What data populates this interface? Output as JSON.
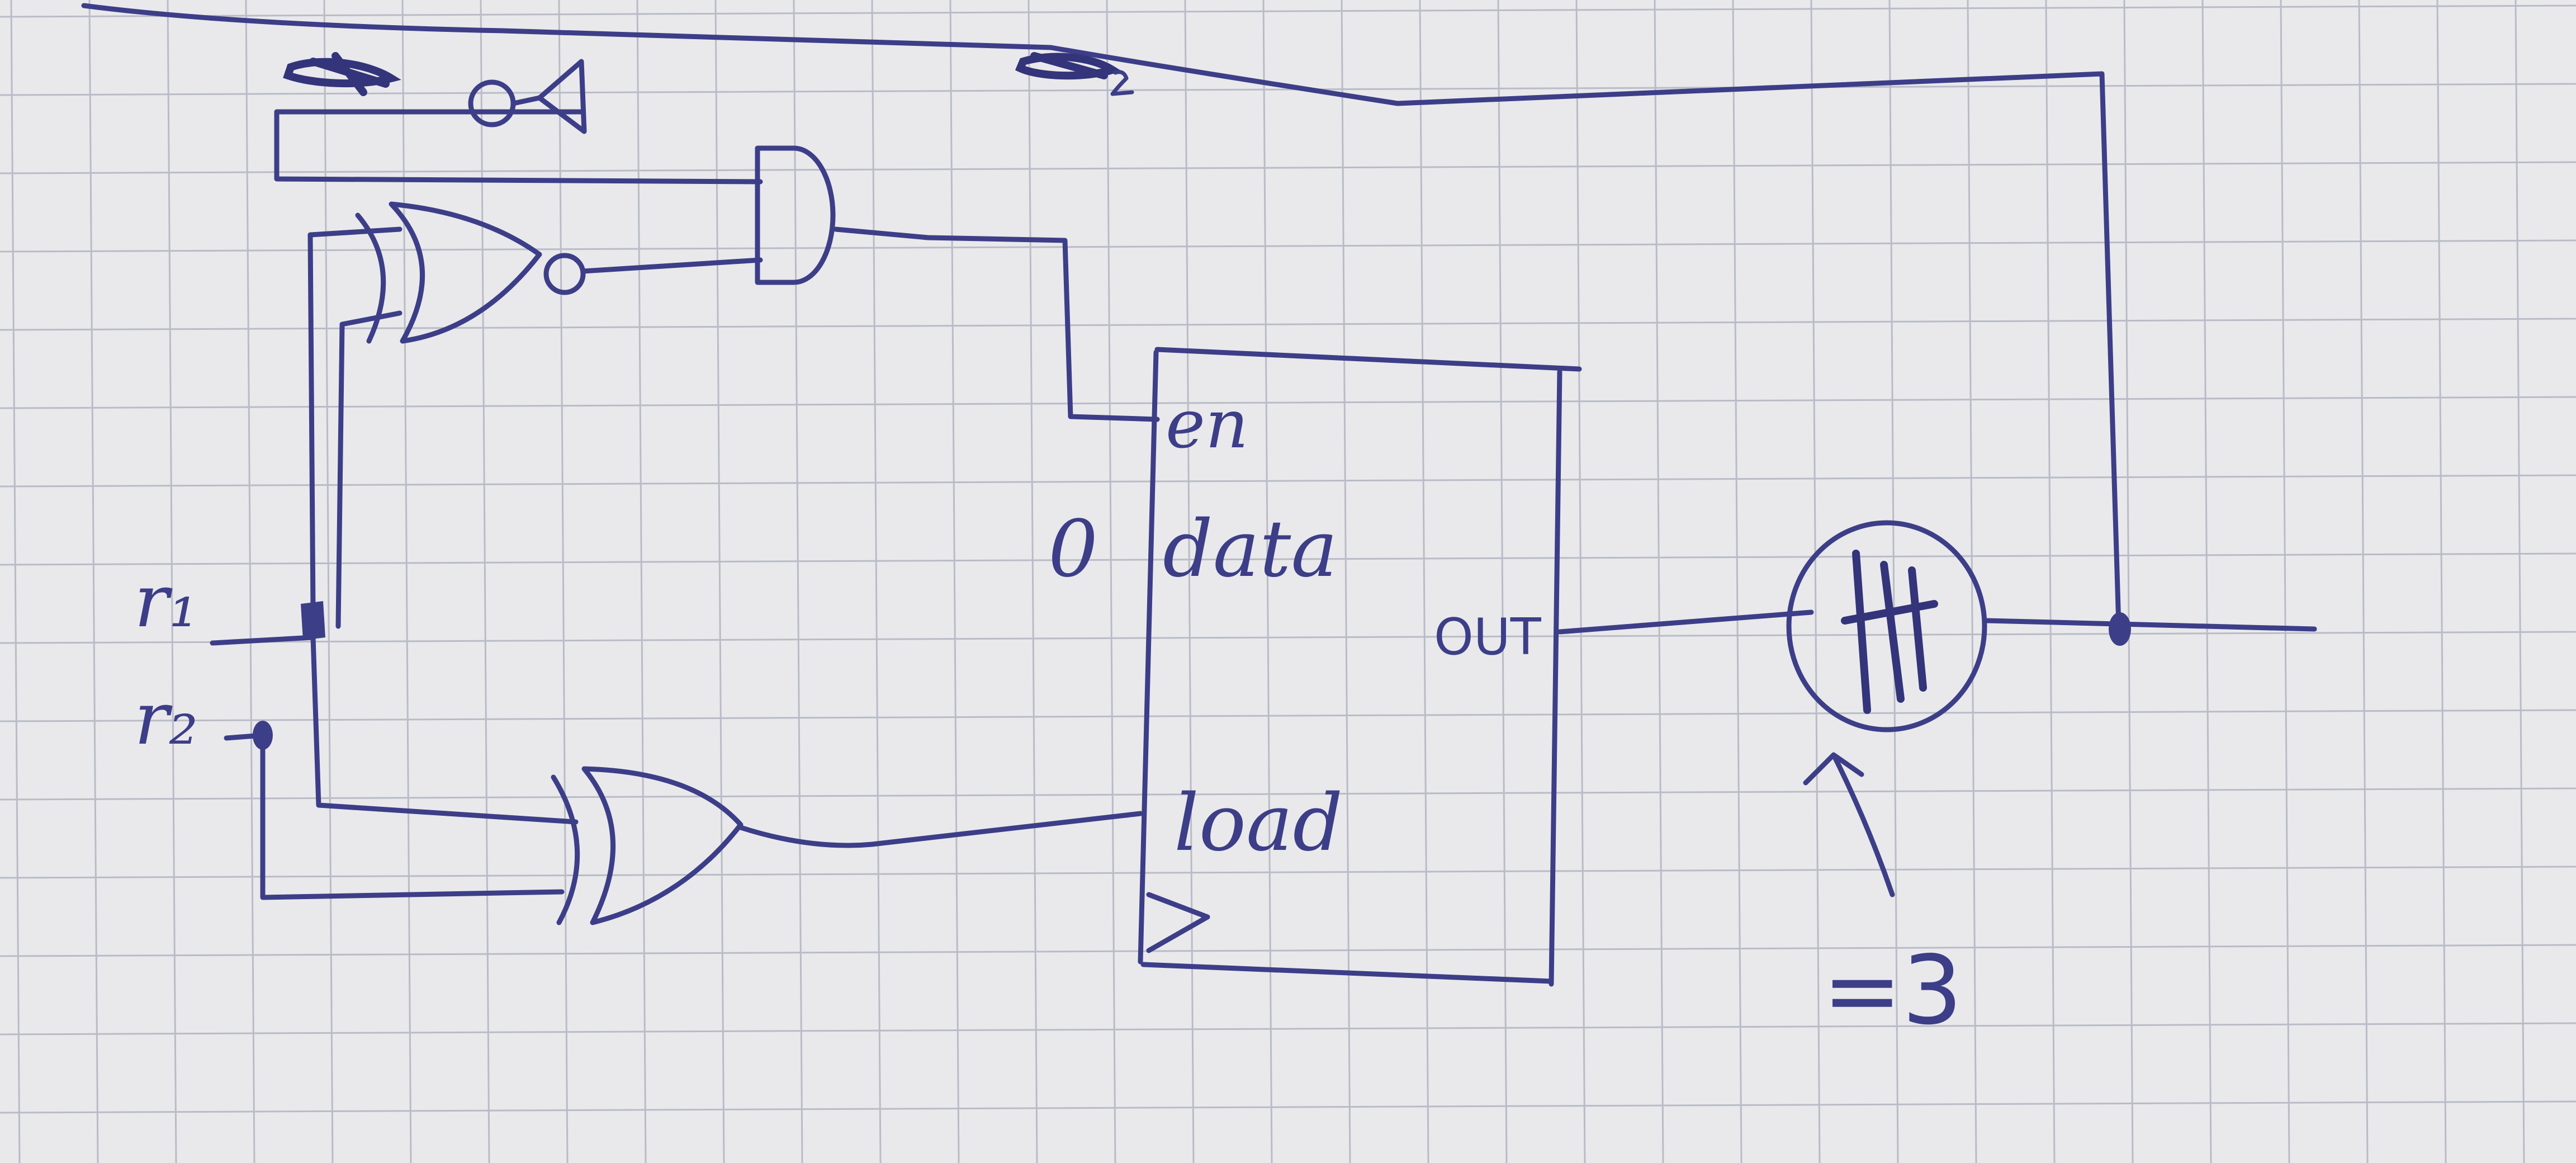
{
  "ports": {
    "en": "en",
    "data": "data",
    "load": "load",
    "out": "OUT"
  },
  "data_constant": "0",
  "inputs": {
    "r1": "r₁",
    "r2": "r₂"
  },
  "comparator_annotation": "=3",
  "ink_color": "#3d3e88",
  "paper_color": "#e9e9ec",
  "grid_color": "#b9bcc6"
}
